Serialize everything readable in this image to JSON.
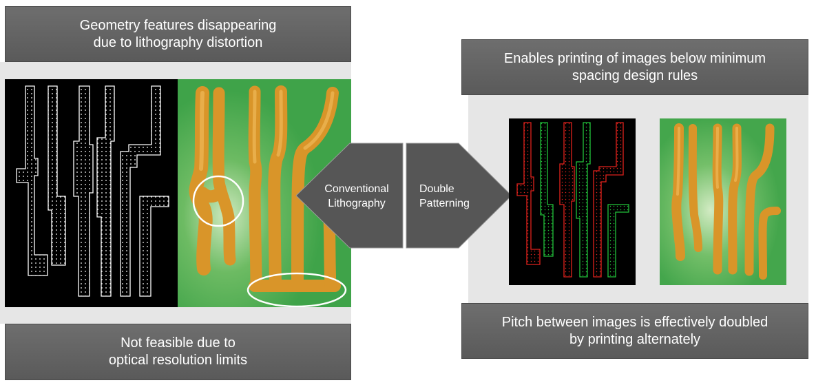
{
  "left": {
    "top_caption": [
      "Geometry features disappearing",
      "due to lithography distortion"
    ],
    "bottom_caption": [
      "Not feasible due to",
      "optical resolution limits"
    ]
  },
  "center": {
    "left_arrow": [
      "Conventional",
      "Lithography"
    ],
    "right_arrow": [
      "Double",
      "Patterning"
    ]
  },
  "right": {
    "top_caption": [
      "Enables printing of images below minimum",
      "spacing design rules"
    ],
    "bottom_caption": [
      "Pitch between images is effectively doubled",
      "by printing alternately"
    ]
  },
  "colors": {
    "caption_bg": "#5f5f5f",
    "mask_bg": "#000000",
    "mask_line": "#ffffff",
    "mask_red": "#e0221c",
    "mask_green": "#22c33a",
    "wafer_bg": "#3fa349",
    "feature": "#e8a83a",
    "arrow": "#555555"
  }
}
